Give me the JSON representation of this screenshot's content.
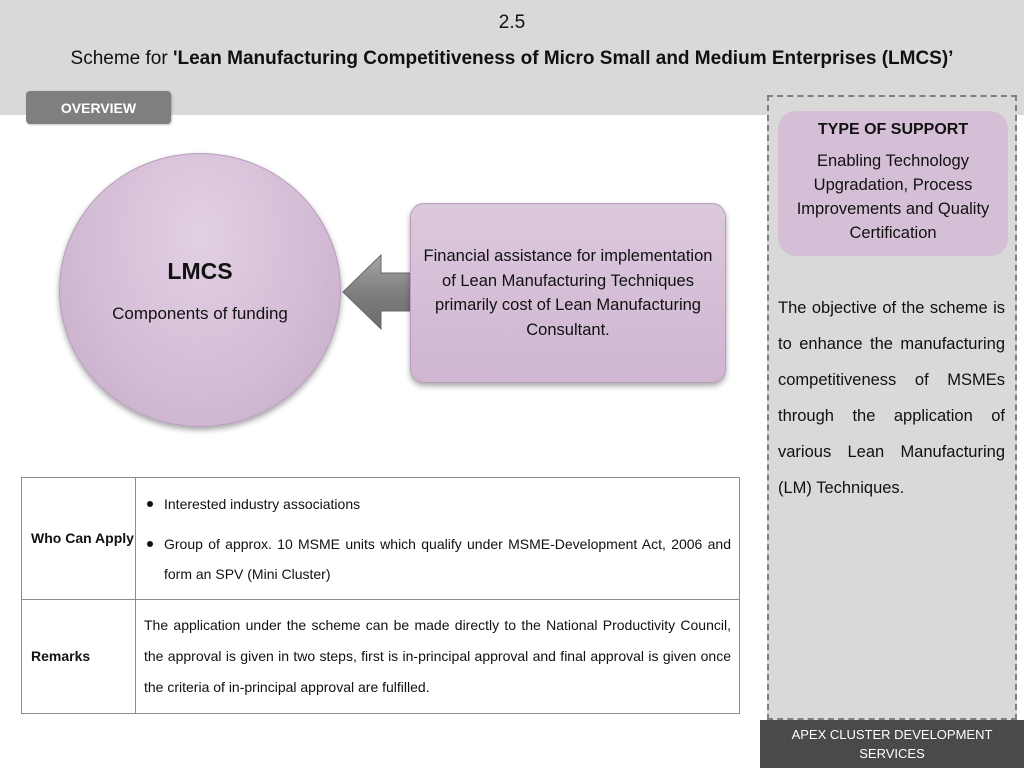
{
  "header": {
    "slide_number": "2.5",
    "title_prefix": "Scheme for ",
    "title_bold": "'Lean Manufacturing Competitiveness of Micro Small and Medium Enterprises (LMCS)’"
  },
  "overview_tab": {
    "label": "OVERVIEW"
  },
  "circle": {
    "title": "LMCS",
    "subtitle": "Components of funding"
  },
  "arrow": {
    "icon": "left-arrow-icon",
    "color": "#808080"
  },
  "financial_box": {
    "text": "Financial assistance for implementation of Lean Manufacturing Techniques primarily cost of Lean Manufacturing Consultant."
  },
  "table": {
    "rows": [
      {
        "label": "Who Can Apply",
        "bullets": [
          "Interested industry associations",
          "Group of approx. 10 MSME units which qualify under MSME-Development Act, 2006 and form an SPV (Mini Cluster)"
        ]
      },
      {
        "label": "Remarks",
        "text": "The application under the scheme can be made directly to the National Productivity Council, the approval is given in two steps, first is in-principal approval and final approval is given once the criteria of in-principal approval are fulfilled."
      }
    ]
  },
  "support": {
    "title": "TYPE OF SUPPORT",
    "text": "Enabling Technology Upgradation, Process Improvements and Quality Certification"
  },
  "objective": {
    "text": "The objective of the scheme is to enhance the manufacturing competitiveness of MSMEs through the application of various Lean Manufacturing (LM) Techniques."
  },
  "footer": {
    "text": "APEX CLUSTER DEVELOPMENT SERVICES"
  },
  "colors": {
    "header_band": "#d9d9d9",
    "tab": "#7f7f7f",
    "lavender": "#d5bfd6",
    "footer": "#4a4a4a"
  }
}
